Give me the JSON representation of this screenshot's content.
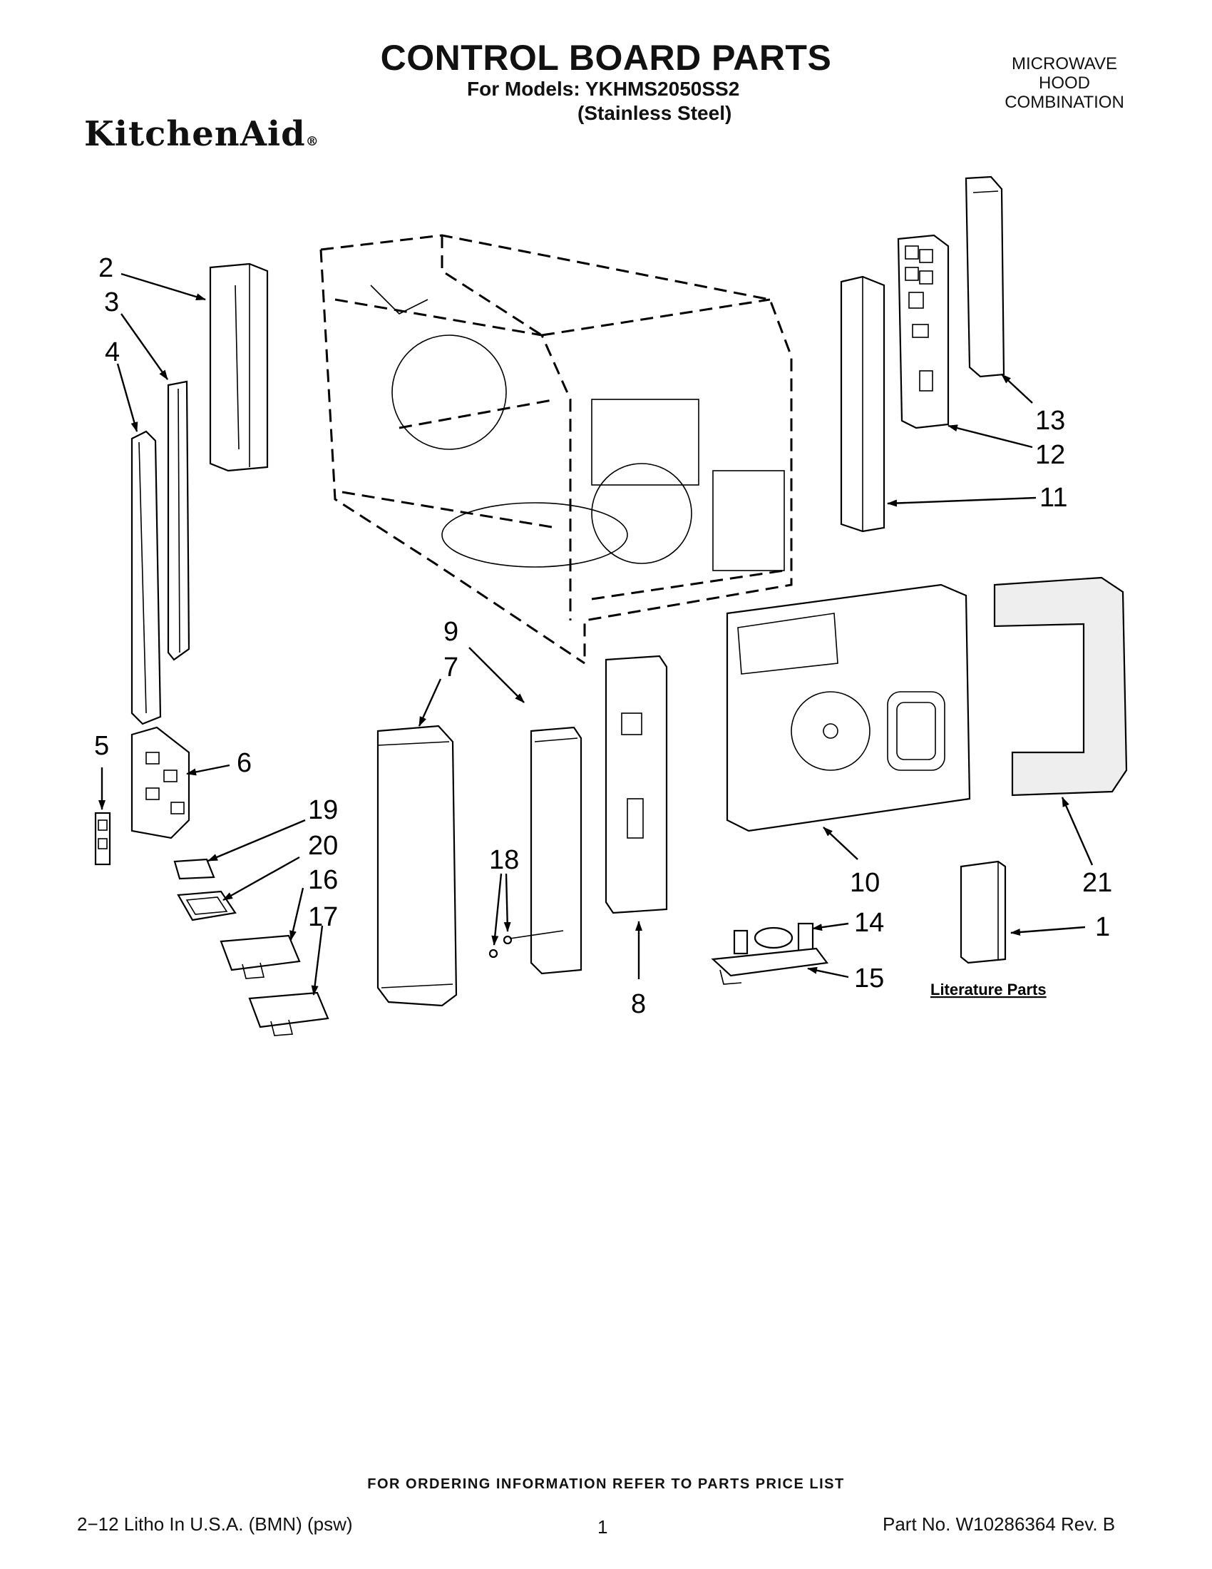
{
  "header": {
    "title": "CONTROL BOARD PARTS",
    "models_line": "For Models: YKHMS2050SS2",
    "finish_line": "(Stainless Steel)",
    "model_type_lines": [
      "MICROWAVE",
      "HOOD",
      "COMBINATION"
    ],
    "brand": "KitchenAid",
    "brand_mark": "®"
  },
  "diagram": {
    "callouts": [
      "1",
      "2",
      "3",
      "4",
      "5",
      "6",
      "7",
      "8",
      "9",
      "10",
      "11",
      "12",
      "13",
      "14",
      "15",
      "16",
      "17",
      "18",
      "19",
      "20",
      "21"
    ],
    "literature_label": "Literature Parts"
  },
  "footer": {
    "ordering_note": "FOR ORDERING INFORMATION REFER TO PARTS PRICE LIST",
    "litho": "2−12 Litho In U.S.A. (BMN) (psw)",
    "page_number": "1",
    "part_number": "Part No. W10286364 Rev. B"
  }
}
